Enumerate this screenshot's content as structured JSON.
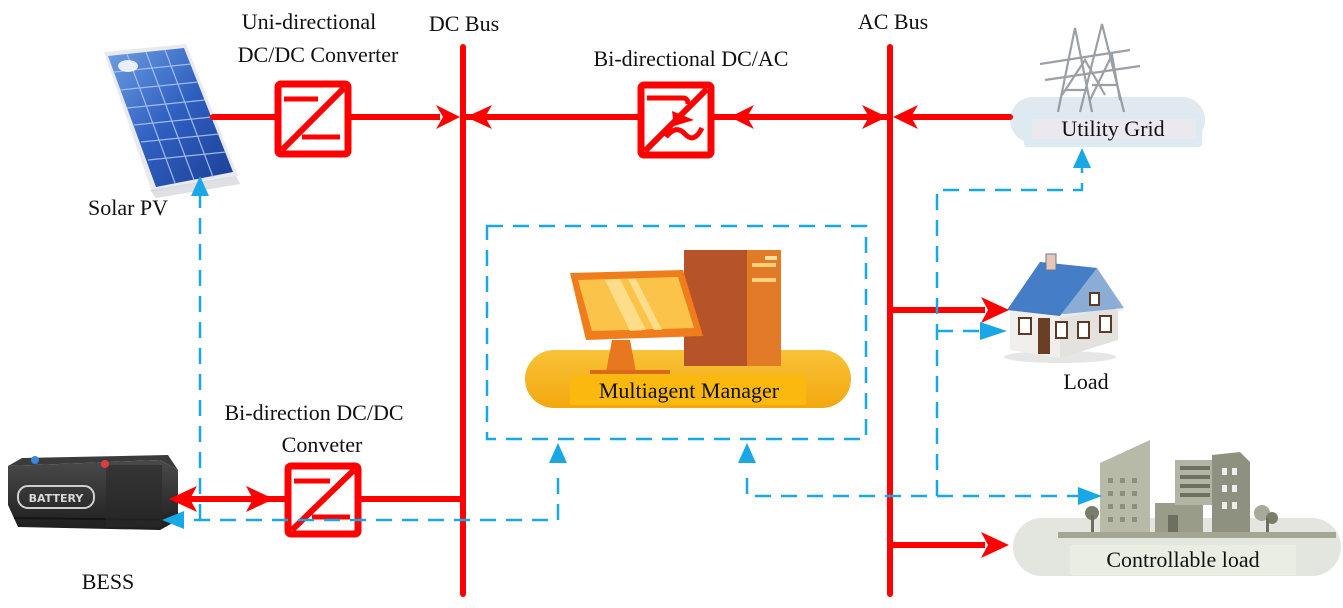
{
  "colors": {
    "power": "#ff0000",
    "control": "#1aa7e6",
    "manager_pill": "#f8b814",
    "grid_pill": "#dbe9f0",
    "load_pill": "#e2e5dc"
  },
  "buses": {
    "dc_label": "DC Bus",
    "ac_label": "AC Bus"
  },
  "converters": {
    "unidirectional_line1": "Uni-directional",
    "unidirectional_line2": "DC/DC Converter",
    "dcac": "Bi-directional DC/AC",
    "bidirectional_line1": "Bi-direction DC/DC",
    "bidirectional_line2": "Conveter"
  },
  "components": {
    "solar": "Solar PV",
    "battery": "BESS",
    "battery_badge": "BATTERY",
    "grid": "Utility Grid",
    "load": "Load",
    "controllable_load": "Controllable load",
    "manager": "Multiagent Manager"
  },
  "legend_semantics": {
    "power_flow": "solid red arrows",
    "control_signal": "dashed blue arrows"
  }
}
